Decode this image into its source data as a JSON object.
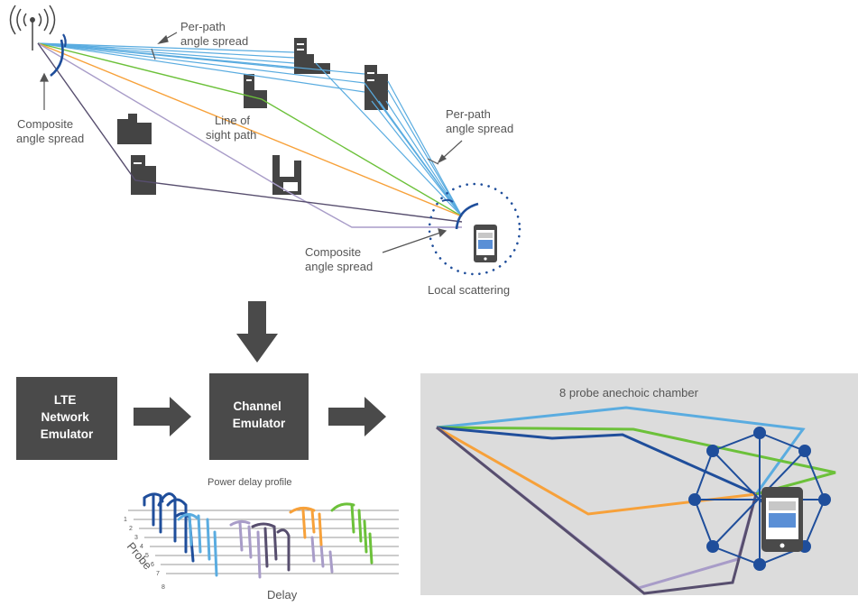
{
  "labels": {
    "per_path_top": [
      "Per-path",
      "angle spread"
    ],
    "per_path_right": [
      "Per-path",
      "angle spread"
    ],
    "composite_left": [
      "Composite",
      "angle spread"
    ],
    "composite_bottom": [
      "Composite",
      "angle spread"
    ],
    "line_of_sight": [
      "Line of",
      "sight path"
    ],
    "local_scattering": "Local scattering",
    "chamber_title": "8 probe anechoic chamber",
    "pdp_title": "Power delay profile",
    "axis_probe": "Probe",
    "axis_delay": "Delay",
    "probe_numbers": [
      "1",
      "2",
      "3",
      "4",
      "5",
      "6",
      "7",
      "8"
    ]
  },
  "boxes": {
    "lte": [
      "LTE",
      "Network",
      "Emulator"
    ],
    "channel": [
      "Channel",
      "Emulator"
    ]
  },
  "colors": {
    "box": "#4a4a4a",
    "arrow": "#4a4a4a",
    "light_blue": "#5aace0",
    "dark_blue": "#1f4e9b",
    "green": "#6cc13a",
    "orange": "#f7a13a",
    "lavender": "#a89cc8",
    "dark_purple": "#574e6e",
    "chamber_bg": "#dcdcdc",
    "probe_node": "#1f4e9b"
  },
  "icons": [
    "antenna-icon",
    "building-icon",
    "phone-icon",
    "probe-node-icon"
  ]
}
